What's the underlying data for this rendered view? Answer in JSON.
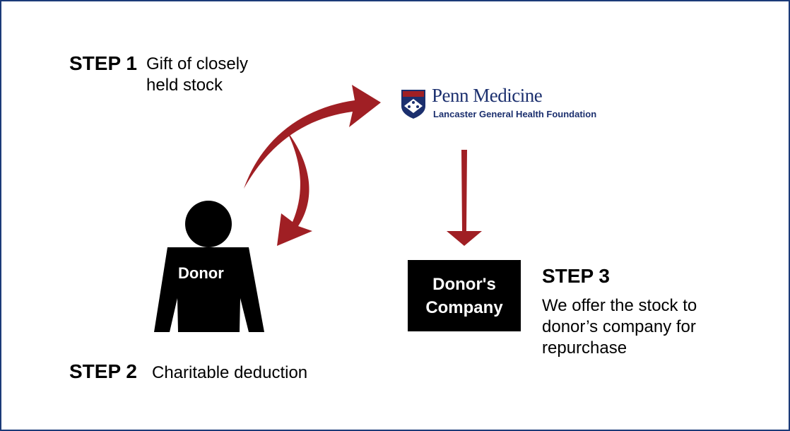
{
  "steps": [
    {
      "label": "STEP 1",
      "text_lines": [
        "Gift of closely",
        "held stock"
      ]
    },
    {
      "label": "STEP 2",
      "text_lines": [
        "Charitable deduction"
      ]
    },
    {
      "label": "STEP 3",
      "text_lines": [
        "We offer the stock to",
        "donor’s company for",
        "repurchase"
      ]
    }
  ],
  "logo": {
    "title": "Penn Medicine",
    "subtitle": "Lancaster General Health Foundation"
  },
  "donor": {
    "label": "Donor"
  },
  "company": {
    "line1": "Donor's",
    "line2": "Company"
  },
  "colors": {
    "arrow": "#a01f24",
    "border": "#1b3a78",
    "logo": "#1b2f6e"
  }
}
